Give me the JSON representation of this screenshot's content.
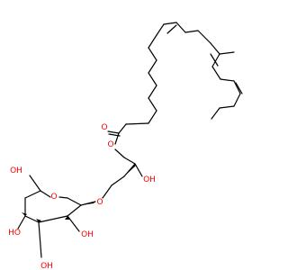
{
  "colors": {
    "bond": "#000000",
    "oxygen": "#ff0000",
    "background": "#ffffff"
  },
  "atoms": {
    "ester_carbonyl_o": "O",
    "ester_link_o": "O",
    "glycerol_oh": "OH",
    "ether_o": "O",
    "ring_o": "O",
    "c6_oh": "OH",
    "c4_oh": "HO",
    "c3_oh": "OH",
    "c2_oh": "OH"
  }
}
